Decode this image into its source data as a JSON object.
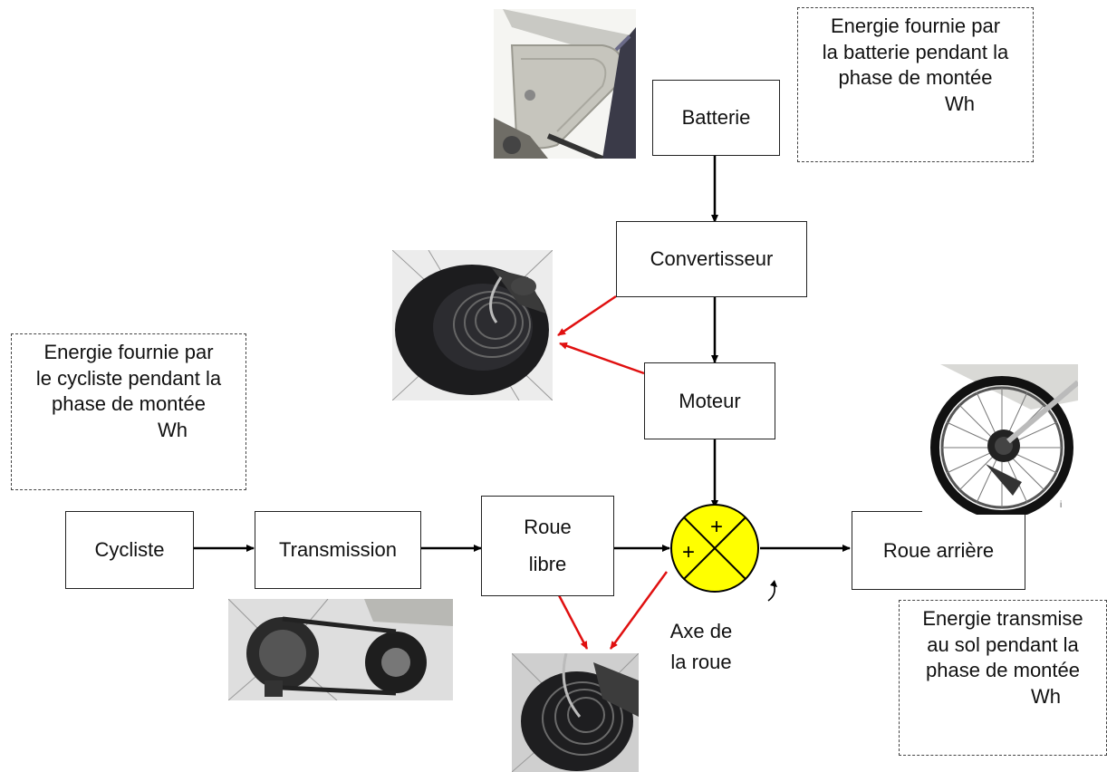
{
  "blocks": {
    "batterie": "Batterie",
    "convertisseur": "Convertisseur",
    "moteur": "Moteur",
    "cycliste": "Cycliste",
    "transmission": "Transmission",
    "roue_libre": "Roue\nlibre",
    "roue_arriere": "Roue arrière"
  },
  "sum_node": {
    "sign_top": "+",
    "sign_left": "+",
    "fill": "#ffff00"
  },
  "axe_label": "Axe de\nla roue",
  "notes": {
    "batterie": {
      "lines": [
        "Energie fournie par",
        "la batterie pendant la",
        "phase de montée"
      ],
      "unit": "Wh"
    },
    "cycliste": {
      "lines": [
        "Energie fournie par",
        "le cycliste pendant la",
        "phase de montée"
      ],
      "unit": "Wh"
    },
    "sol": {
      "lines": [
        "Energie transmise",
        "au sol pendant la",
        "phase de montée"
      ],
      "unit": "Wh"
    }
  },
  "colors": {
    "loss_arrow": "#e01010",
    "flow_arrow": "#000000"
  }
}
